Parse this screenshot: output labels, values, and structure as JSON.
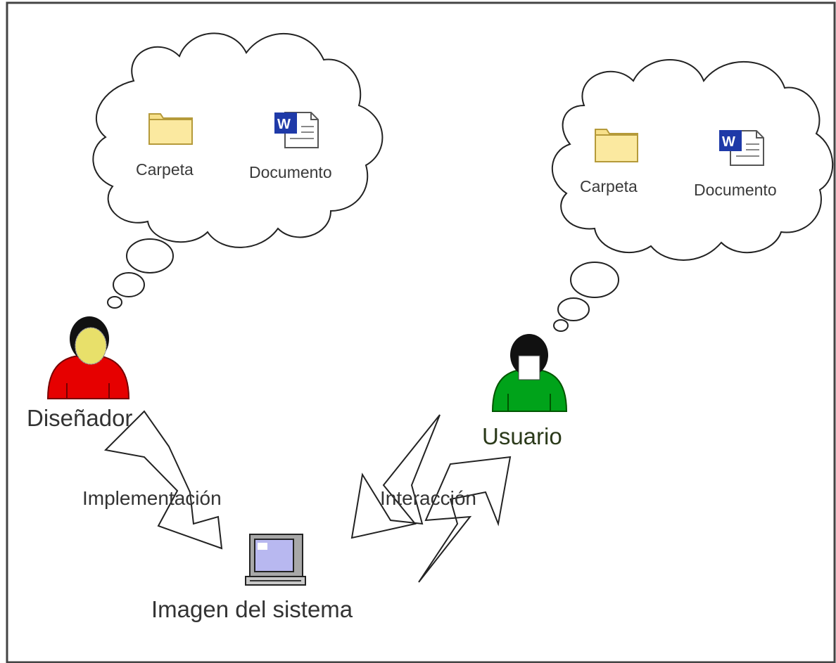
{
  "designer_thought": {
    "folder_label": "Carpeta",
    "document_label": "Documento"
  },
  "user_thought": {
    "folder_label": "Carpeta",
    "document_label": "Documento"
  },
  "designer": {
    "label": "Diseñador",
    "color": "#e60000"
  },
  "user": {
    "label": "Usuario",
    "color": "#00a31a"
  },
  "implementation": {
    "label": "Implementación"
  },
  "interaction": {
    "label": "Interacción"
  },
  "system": {
    "label": "Imagen del sistema"
  },
  "colors": {
    "folder": "#f7e08a",
    "word_blue": "#1f3aa8",
    "screen": "#b8b8f0",
    "user_label": "#2b3a1a"
  }
}
